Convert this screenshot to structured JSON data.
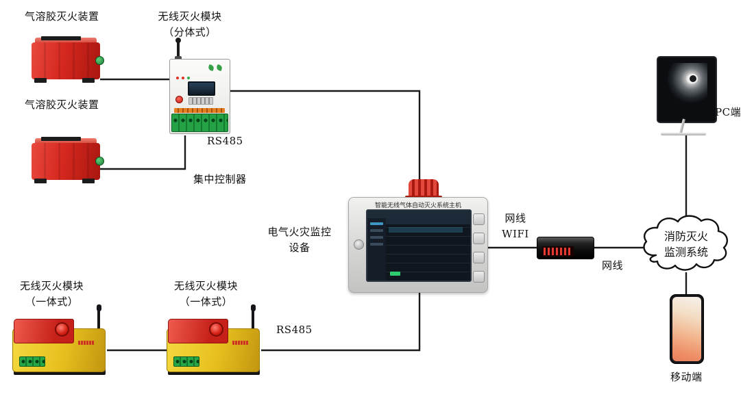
{
  "diagram": {
    "nodes": {
      "aerosol1": {
        "label": "气溶胶灭火装置"
      },
      "aerosol2": {
        "label": "气溶胶灭火装置"
      },
      "split_module": {
        "label_line1": "无线灭火模块",
        "label_line2": "（分体式）"
      },
      "rs485_top": "RS485",
      "controller_label": "集中控制器",
      "monitor": {
        "label_line1": "电气火灾监控",
        "label_line2": "设备",
        "screen_title": "智能无线气体自动灭火系统主机"
      },
      "link_host_router": {
        "line1": "网线",
        "line2": "WIFI"
      },
      "link_router_cloud": "网线",
      "cloud": {
        "label_line1": "消防灭火",
        "label_line2": "监测系统"
      },
      "pc": {
        "label": "PC端"
      },
      "mobile": {
        "label": "移动端"
      },
      "integrated1": {
        "label_line1": "无线灭火模块",
        "label_line2": "（一体式）"
      },
      "integrated2": {
        "label_line1": "无线灭火模块",
        "label_line2": "（一体式）"
      },
      "rs485_bottom": "RS485"
    },
    "colors": {
      "wire": "#1a1a1a",
      "device_red": "#d3221c",
      "module_yellow": "#e9c31d",
      "terminal_green": "#1f9d3c",
      "beacon_red": "#d42b20",
      "background": "#ffffff"
    }
  }
}
